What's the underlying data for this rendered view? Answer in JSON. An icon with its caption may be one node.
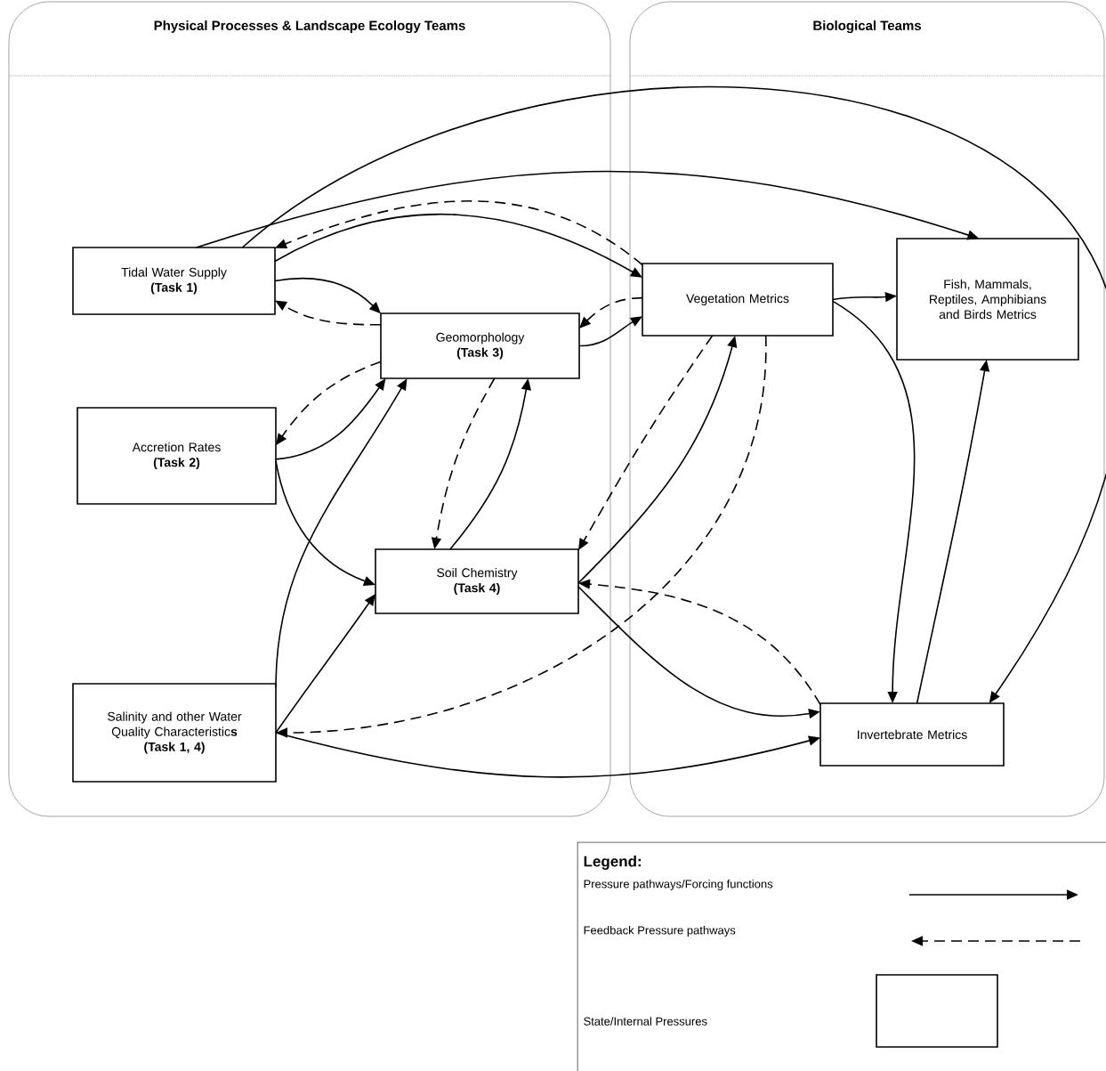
{
  "diagram": {
    "nodes": [
      {
        "text": [
          "Physical Processes & Landscape Ecology Teams"
        ]
      },
      {
        "text": [
          "Biological Teams"
        ]
      },
      {
        "text": [
          "Tidal Water Supply",
          "(Task 1)"
        ],
        "in": 0
      },
      {
        "text": [
          "Geomorphology",
          "(Task 3)"
        ],
        "in": 0
      },
      {
        "text": [
          "Accretion Rates",
          "(Task 2)"
        ],
        "in": 0
      },
      {
        "text": [
          "Soil Chemistry",
          "(Task 4)"
        ],
        "in": 0
      },
      {
        "text": [
          "Salinity and other Water Quality Characteristic**s**",
          "(Task 1, 4)"
        ],
        "in": 0
      },
      {
        "text": [
          "Vegetation Metrics"
        ],
        "in": 1
      },
      {
        "text": [
          "Fish, Mammals, Reptiles, Amphibians and Birds Metrics"
        ],
        "in": 1
      },
      {
        "text": [
          "Invertebrate Metrics"
        ],
        "in": 1
      }
    ],
    "edges": [
      {
        "from": 2,
        "to": 8,
        "arrow": "to"
      },
      {
        "from": 2,
        "to": 9,
        "arrow": "to"
      },
      {
        "from": 7,
        "to": 2,
        "arrow": "to",
        "style": "dashed"
      },
      {
        "from": 2,
        "to": 7,
        "arrow": "to"
      },
      {
        "from": 2,
        "to": 3,
        "arrow": "to"
      },
      {
        "from": 3,
        "to": 2,
        "arrow": "to",
        "style": "dashed"
      },
      {
        "from": 7,
        "to": 3,
        "arrow": "to",
        "style": "dashed"
      },
      {
        "from": 3,
        "to": 7,
        "arrow": "to"
      },
      {
        "from": 3,
        "to": 4,
        "arrow": "to",
        "style": "dashed"
      },
      {
        "from": 4,
        "to": 3,
        "arrow": "to"
      },
      {
        "from": 6,
        "to": 3,
        "arrow": "to"
      },
      {
        "from": 3,
        "to": 5,
        "arrow": "to",
        "style": "dashed"
      },
      {
        "from": 5,
        "to": 3,
        "arrow": "to"
      },
      {
        "from": 4,
        "to": 5,
        "arrow": "to"
      },
      {
        "from": 6,
        "to": 5,
        "arrow": "to"
      },
      {
        "from": 7,
        "to": 5,
        "arrow": "to",
        "style": "dashed"
      },
      {
        "from": 5,
        "to": 7,
        "arrow": "to"
      },
      {
        "from": 7,
        "to": 6,
        "arrow": "to",
        "style": "dashed"
      },
      {
        "from": 9,
        "to": 5,
        "arrow": "to",
        "style": "dashed"
      },
      {
        "from": 5,
        "to": 9,
        "arrow": "to"
      },
      {
        "from": 6,
        "to": 9,
        "arrow": "to"
      },
      {
        "from": 7,
        "to": 8,
        "arrow": "to"
      },
      {
        "from": 7,
        "to": 9,
        "arrow": "to"
      },
      {
        "from": 9,
        "to": 8,
        "arrow": "to"
      }
    ],
    "labels": [
      "Legend:"
    ],
    "legend": [
      {
        "text": "Pressure pathways/Forcing functions"
      },
      {
        "text": "Feedback Pressure pathways"
      },
      {
        "text": "State/Internal Pressures"
      }
    ]
  }
}
